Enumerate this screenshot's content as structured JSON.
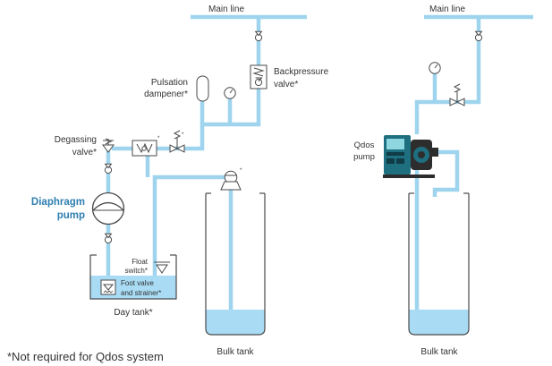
{
  "colors": {
    "pipe": "#9fd4ee",
    "liquid": "#a9dcf4",
    "outline": "#4a4a4a",
    "pump_label": "#2f7fb1",
    "qdos_body": "#1e6f80"
  },
  "left_system": {
    "main_line": "Main line",
    "backpressure_valve": [
      "Backpressure",
      "valve*"
    ],
    "pulsation_dampener": [
      "Pulsation",
      "dampener*"
    ],
    "degassing_valve": [
      "Degassing",
      "valve*"
    ],
    "diaphragm_pump": [
      "Diaphragm",
      "pump"
    ],
    "float_switch": [
      "Float",
      "switch*"
    ],
    "foot_valve": [
      "Foot valve",
      "and strainer*"
    ],
    "day_tank": "Day tank*",
    "bulk_tank": "Bulk tank"
  },
  "right_system": {
    "main_line": "Main line",
    "qdos_pump": [
      "Qdos",
      "pump"
    ],
    "bulk_tank": "Bulk tank"
  },
  "asterisk": "*",
  "footnote": "*Not required for Qdos system",
  "icons": [
    "check-valve-icon",
    "pressure-gauge-icon",
    "pulsation-dampener-icon",
    "backpressure-valve-icon",
    "degassing-valve-icon",
    "flow-meter-icon",
    "diaphragm-pump-icon",
    "float-switch-icon",
    "foot-valve-strainer-icon",
    "transfer-pump-icon",
    "qdos-pump-icon",
    "injection-valve-icon"
  ]
}
